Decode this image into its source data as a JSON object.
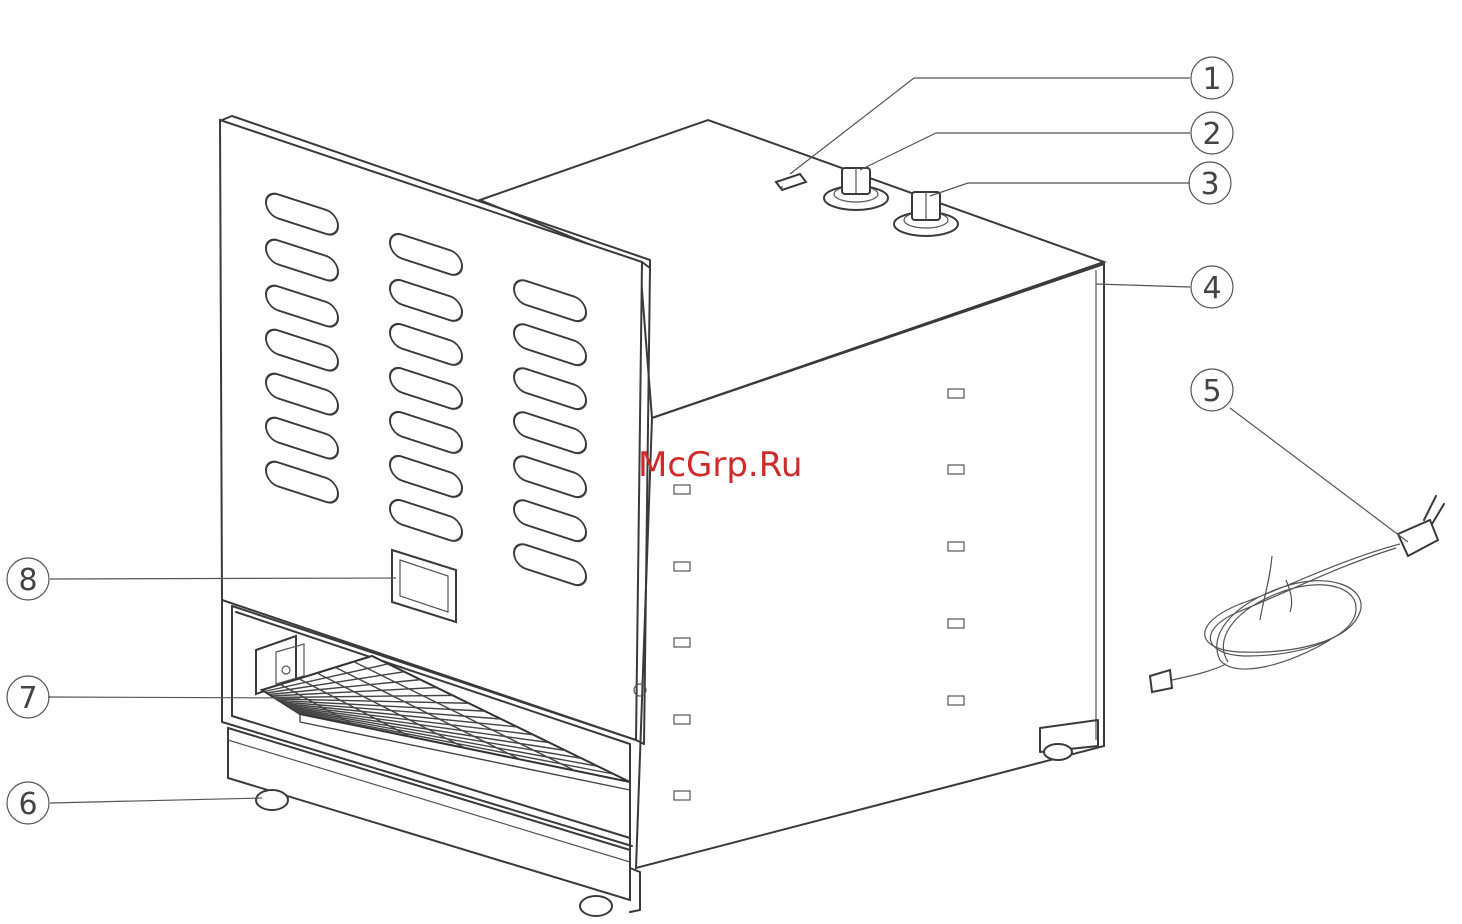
{
  "watermark": "McGrp.Ru",
  "callouts": [
    {
      "id": "1",
      "label": "1"
    },
    {
      "id": "2",
      "label": "2"
    },
    {
      "id": "3",
      "label": "3"
    },
    {
      "id": "4",
      "label": "4"
    },
    {
      "id": "5",
      "label": "5"
    },
    {
      "id": "6",
      "label": "6"
    },
    {
      "id": "7",
      "label": "7"
    },
    {
      "id": "8",
      "label": "8"
    }
  ]
}
